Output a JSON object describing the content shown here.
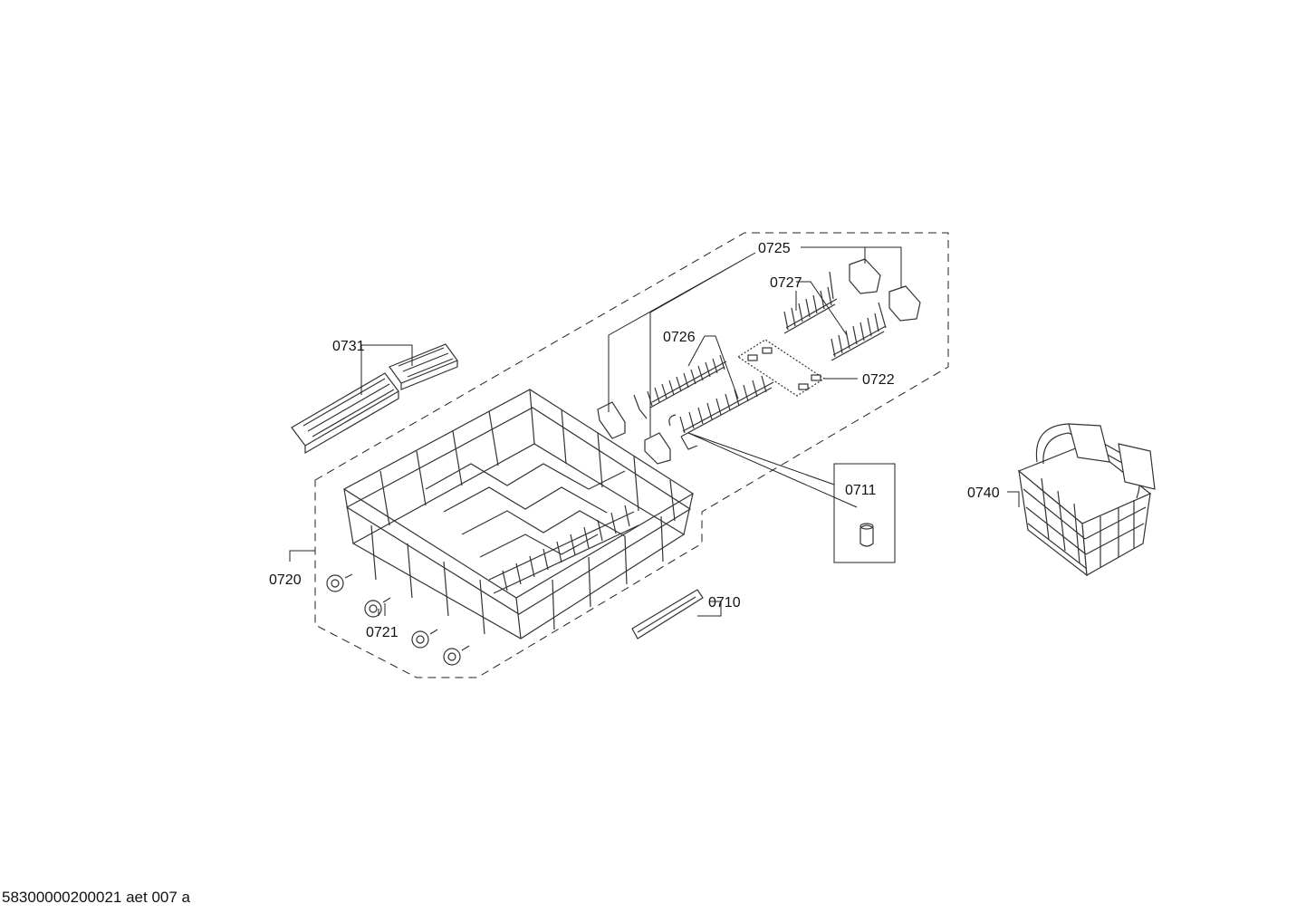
{
  "diagram": {
    "labels": {
      "p0725": "0725",
      "p0727": "0727",
      "p0726": "0726",
      "p0722": "0722",
      "p0731": "0731",
      "p0711": "0711",
      "p0740": "0740",
      "p0720": "0720",
      "p0710": "0710",
      "p0721": "0721"
    }
  },
  "footer": {
    "code": "58300000200021 aet 007 a"
  }
}
